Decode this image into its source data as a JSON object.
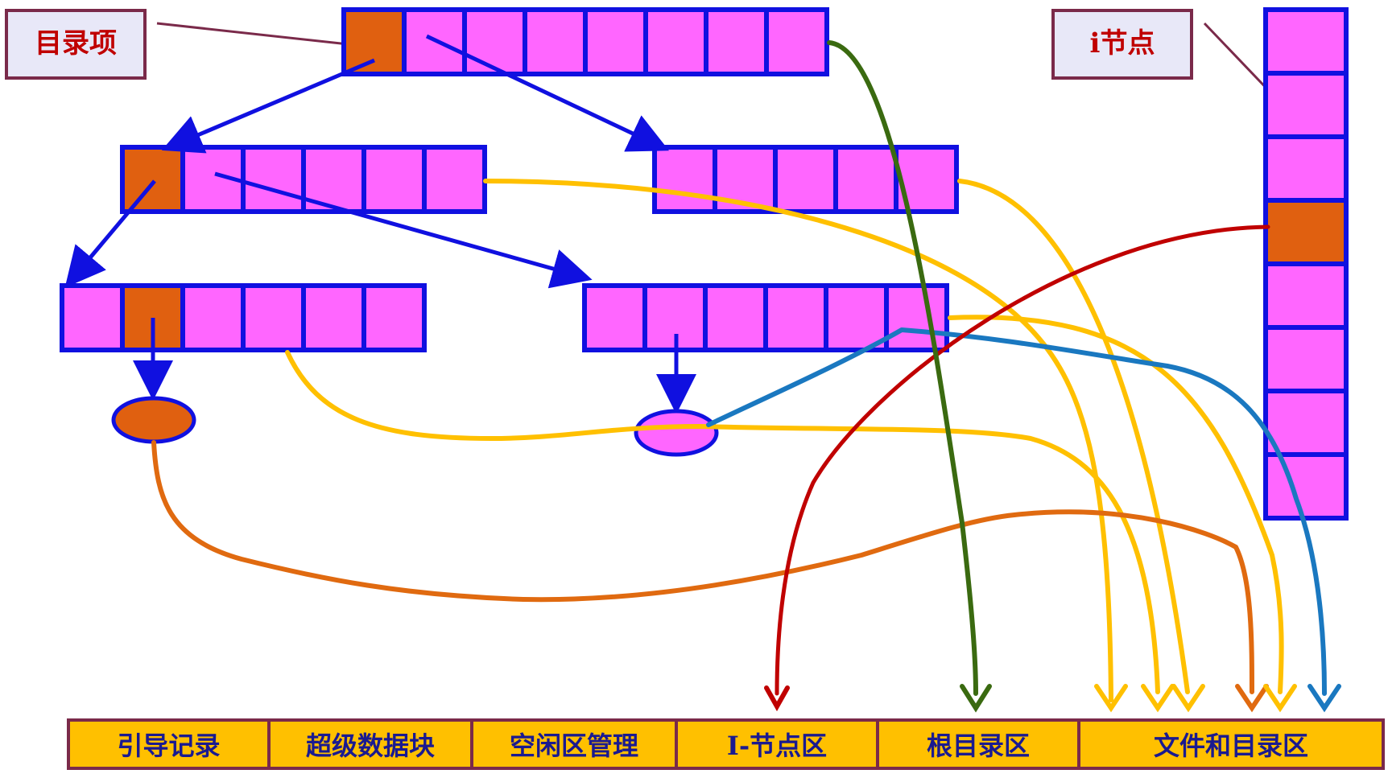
{
  "callouts": {
    "dir_entry": "目录项",
    "inode": "i节点"
  },
  "disk_regions": [
    {
      "label": "引导记录"
    },
    {
      "label": "超级数据块"
    },
    {
      "label": "空闲区管理"
    },
    {
      "label": "I-节点区"
    },
    {
      "label": "根目录区"
    },
    {
      "label": "文件和目录区"
    }
  ],
  "colors": {
    "cell_fill": "#ff66ff",
    "cell_border": "#1010e0",
    "highlight_fill": "#e06010",
    "pointer_arrow": "#1010e0",
    "disk_bar_fill": "#ffc000",
    "disk_bar_border": "#7a2a4a",
    "callout_fill": "#e8e8f8",
    "callout_border": "#7a2a4a",
    "label_text": "#c00000",
    "disk_text": "#1a1a90",
    "yellow_link": "#ffc000",
    "orange_link": "#e06a10",
    "green_link": "#3a6a10",
    "red_link": "#c00000",
    "blue_link": "#1a78c0"
  }
}
